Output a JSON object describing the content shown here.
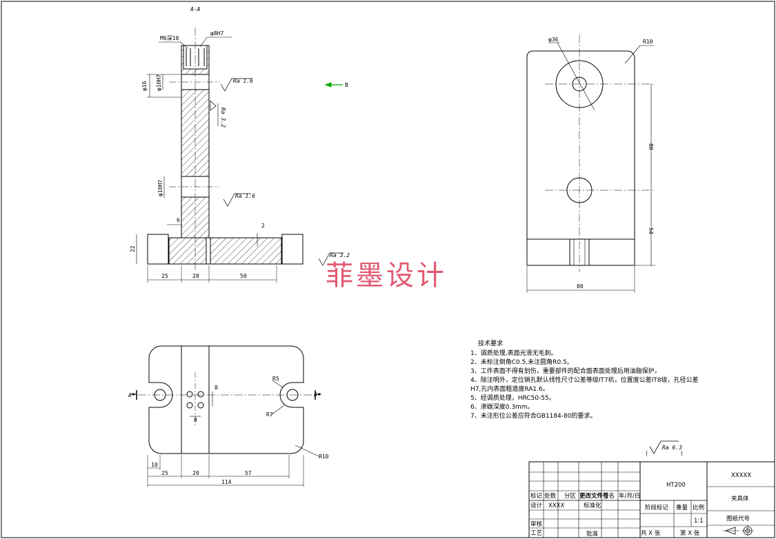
{
  "section_label": "A-A",
  "view_b_label": "B",
  "view_a_label": "A",
  "dims_section": {
    "thread": "M6深10",
    "d_top": "φ8H7",
    "d46": "φ16",
    "d_upper_hole": "φ10H7",
    "d_lower_hole": "φ10H7",
    "ra_upper": "Ra 1.6",
    "ra_side": "Ra 3.2",
    "ra_lower": "Ra 1.6",
    "ra_base": "Ra 3.2",
    "six": "6",
    "two": "2",
    "h22": "22",
    "w25": "25",
    "w20": "20",
    "w50": "50"
  },
  "dims_side": {
    "d36": "φ36",
    "r10": "R10",
    "h80": "80",
    "h54": "54",
    "w80": "80"
  },
  "dims_top": {
    "r5": "R5",
    "r7": "R7",
    "r10": "R10",
    "e8a": "8",
    "e8b": "8",
    "w10": "10",
    "w25": "25",
    "w20": "20",
    "w57": "57",
    "w114": "114"
  },
  "requirements": {
    "title": "技术要求",
    "items": [
      "1、调质处理,表面光滑无毛刺。",
      "2、未标注倒角C0.5,未注圆角R0.5。",
      "3、工件表面不得有划伤，重要部件的配合面表面处理后用油脂保护。",
      "4、除注明外，定位销孔默认线性尺寸公差等级IT7机，位置度公差IT8级，孔径公差",
      "H7,孔内表面粗造度RA1.6。",
      "5、经调质处理，HRC50-55。",
      "6、渗碳深度0.3mm。",
      "7、未注形位公差应符合GB1184-80的要求。"
    ]
  },
  "general_roughness": "Ra 6.3",
  "watermark": "菲墨设计",
  "title_block": {
    "mark": "标记",
    "count": "处数",
    "zone": "分区",
    "docno": "更改文件号",
    "sign": "签名",
    "date": "年/月/日",
    "design": "设计",
    "designer": "XXXX",
    "standard": "标准化",
    "review": "审核",
    "process": "工艺",
    "approve": "批准",
    "material": "HT200",
    "stage": "阶段标记",
    "weight": "重量",
    "scale": "比例",
    "scale_val": "1:1",
    "total": "共  X  张",
    "sheet": "第  X  张",
    "company": "XXXXX",
    "part_name": "夹具体",
    "drawing_no": "图纸代号"
  }
}
